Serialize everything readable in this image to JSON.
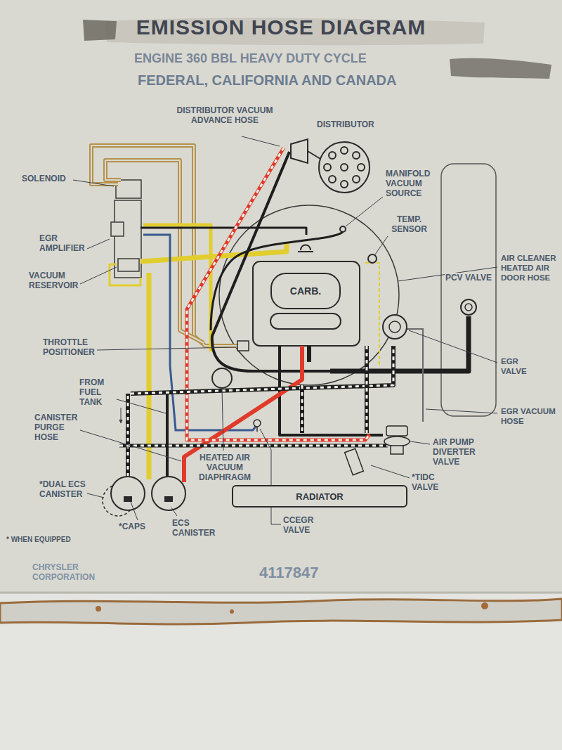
{
  "diagram": {
    "title": "EMISSION HOSE DIAGRAM",
    "nodes": [
      {
        "text": [
          "CARB."
        ]
      },
      {
        "text": [
          "RADIATOR"
        ]
      }
    ],
    "labels": [
      "ENGINE 360 BBL HEAVY DUTY CYCLE",
      "FEDERAL, CALIFORNIA AND CANADA",
      "DISTRIBUTOR VACUUM ADVANCE HOSE",
      "DISTRIBUTOR",
      "SOLENOID",
      "MANIFOLD VACUUM SOURCE",
      "TEMP. SENSOR",
      "EGR AMPLIFIER",
      "AIR CLEANER HEATED AIR DOOR HOSE",
      "PCV VALVE",
      "VACUUM RESERVOIR",
      "THROTTLE POSITIONER",
      "EGR VALVE",
      "FROM FUEL TANK",
      "CANISTER PURGE HOSE",
      "EGR VACUUM HOSE",
      "AIR PUMP DIVERTER VALVE",
      "HEATED AIR VACUUM DIAPHRAGM",
      "*DUAL ECS CANISTER",
      "*TIDC VALVE",
      "*CAPS",
      "ECS CANISTER",
      "CCEGR VALVE",
      "* WHEN EQUIPPED",
      "CHRYSLER CORPORATION",
      "4117847"
    ]
  }
}
